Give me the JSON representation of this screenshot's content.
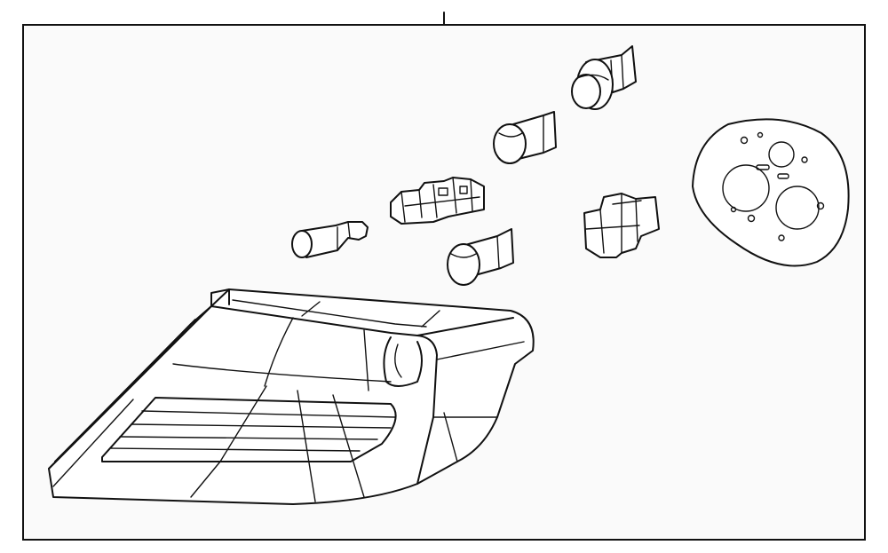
{
  "diagram": {
    "background_color": "#ffffff",
    "frame_fill_color": "#fafafa",
    "line_color": "#111111",
    "parts": [
      "tail-lamp-housing",
      "bulb-socket-top",
      "bulb-upper",
      "bulb-holder-clip",
      "wedge-bulb-small",
      "bulb-lower",
      "bulb-socket-right",
      "lamp-gasket"
    ]
  }
}
